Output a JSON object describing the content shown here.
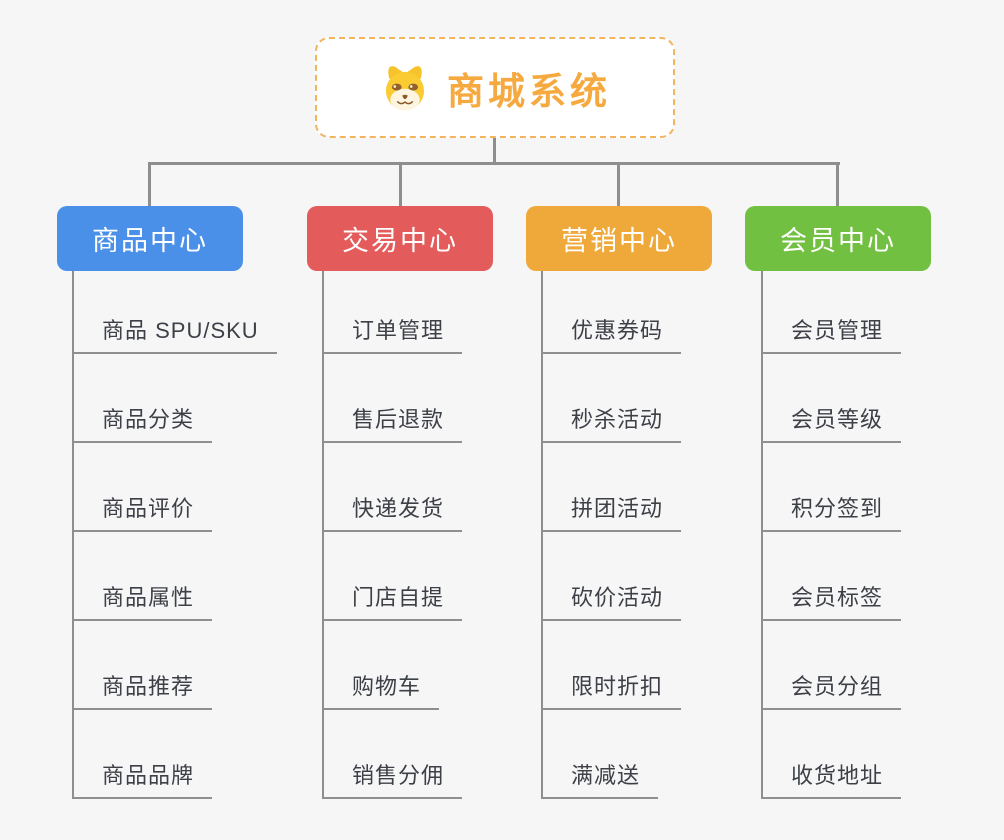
{
  "root": {
    "title": "商城系统",
    "icon": "dog-face-icon"
  },
  "branches": [
    {
      "label": "商品中心",
      "color": "#4a90e8",
      "children": [
        "商品 SPU/SKU",
        "商品分类",
        "商品评价",
        "商品属性",
        "商品推荐",
        "商品品牌"
      ]
    },
    {
      "label": "交易中心",
      "color": "#e45b5b",
      "children": [
        "订单管理",
        "售后退款",
        "快递发货",
        "门店自提",
        "购物车",
        "销售分佣"
      ]
    },
    {
      "label": "营销中心",
      "color": "#efa93b",
      "children": [
        "优惠券码",
        "秒杀活动",
        "拼团活动",
        "砍价活动",
        "限时折扣",
        "满减送"
      ]
    },
    {
      "label": "会员中心",
      "color": "#72c041",
      "children": [
        "会员管理",
        "会员等级",
        "积分签到",
        "会员标签",
        "会员分组",
        "收货地址"
      ]
    }
  ],
  "colors": {
    "background": "#f6f6f7",
    "connector": "#8e8e8e",
    "leaf_text": "#3d4046",
    "root_title": "#f5a93f",
    "root_border": "#f2b45f"
  }
}
